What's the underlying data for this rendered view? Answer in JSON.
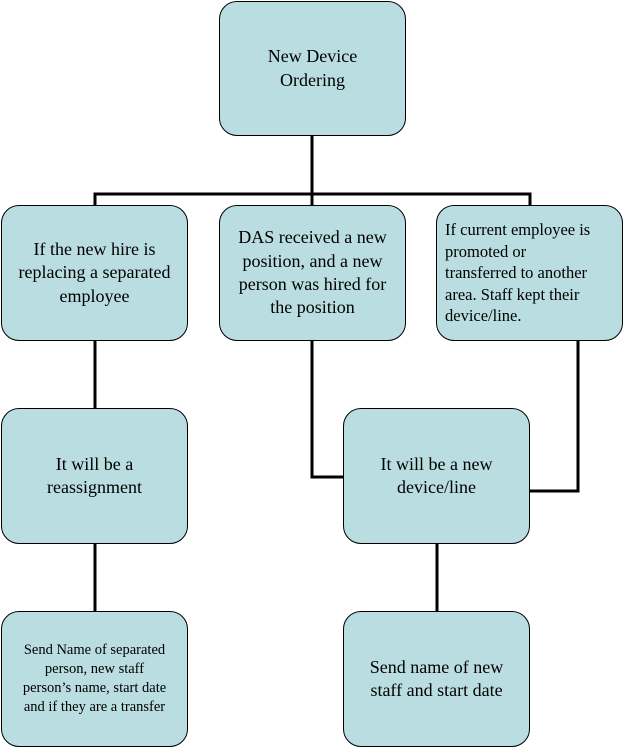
{
  "diagram": {
    "nodes": {
      "root": "New Device\nOrdering",
      "new_hire_replacing": "If the new hire is\nreplacing a separated\nemployee",
      "das_new_position": "DAS received a new\nposition, and a new\nperson was hired for\nthe position",
      "promoted_transferred": "If current employee is\npromoted or\ntransferred to another\narea. Staff kept their\ndevice/line.",
      "reassignment": "It will be a\nreassignment",
      "new_device_line": "It will be a new\ndevice/line",
      "send_separated_info": "Send Name of separated\nperson, new staff\nperson’s name, start date\nand if they are a transfer",
      "send_new_staff_info": "Send name of new\nstaff and start date"
    },
    "colors": {
      "node_fill": "#b9dde1",
      "node_border": "#000000",
      "connector": "#000000"
    }
  }
}
